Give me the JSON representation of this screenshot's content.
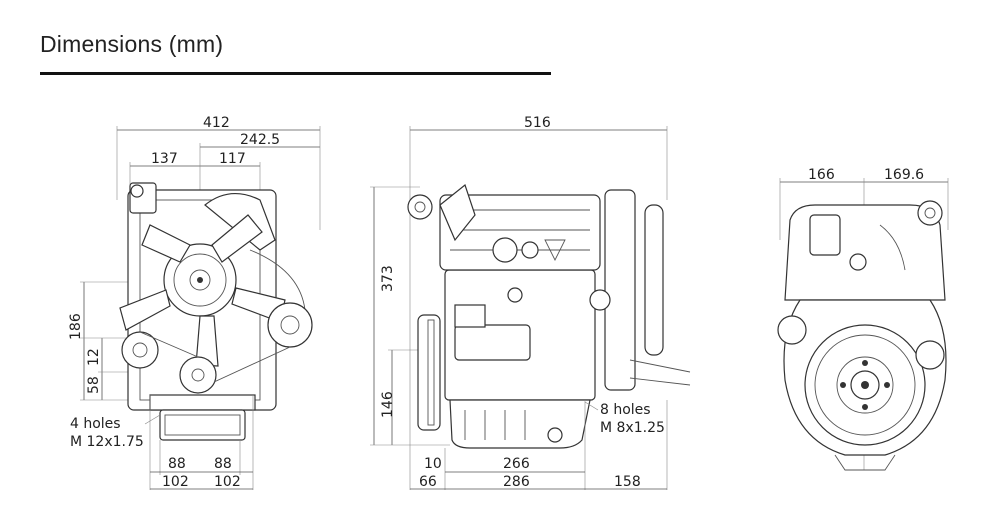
{
  "title": "Dimensions (mm)",
  "front_view": {
    "width_total": "412",
    "offset_right": "242.5",
    "left_half": "137",
    "right_half": "117",
    "height_186": "186",
    "height_12": "12",
    "height_58": "58",
    "holes_count": "4 holes",
    "holes_thread": "M 12x1.75",
    "foot_left_inner": "88",
    "foot_right_inner": "88",
    "foot_left_outer": "102",
    "foot_right_outer": "102"
  },
  "side_view": {
    "length_total": "516",
    "height_373": "373",
    "height_146": "146",
    "holes_count": "8 holes",
    "holes_thread": "M 8x1.25",
    "dim_10": "10",
    "dim_266": "266",
    "dim_66": "66",
    "dim_286": "286",
    "dim_158": "158"
  },
  "rear_view": {
    "left_half": "166",
    "right_half": "169.6"
  },
  "colors": {
    "line": "#333333",
    "rule": "#111111"
  }
}
